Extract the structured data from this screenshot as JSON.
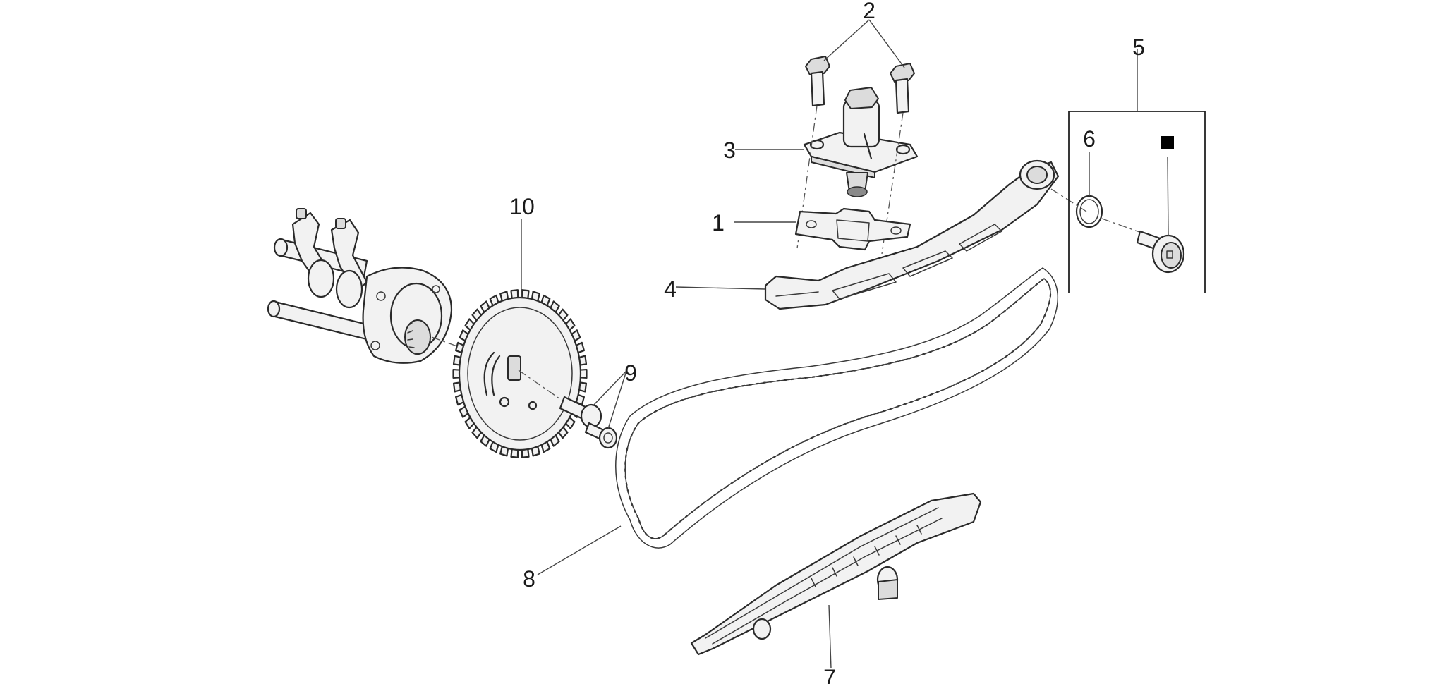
{
  "callouts": {
    "c1": "1",
    "c2": "2",
    "c3": "3",
    "c4": "4",
    "c5": "5",
    "c6": "6",
    "c7": "7",
    "c8": "8",
    "c9": "9",
    "c10": "10"
  },
  "icons": {
    "marker": "black-square-icon",
    "marker_color": "#000000"
  },
  "colors": {
    "line": "#2a2a2a",
    "part_fill": "#f2f2f2",
    "background": "#ffffff"
  }
}
